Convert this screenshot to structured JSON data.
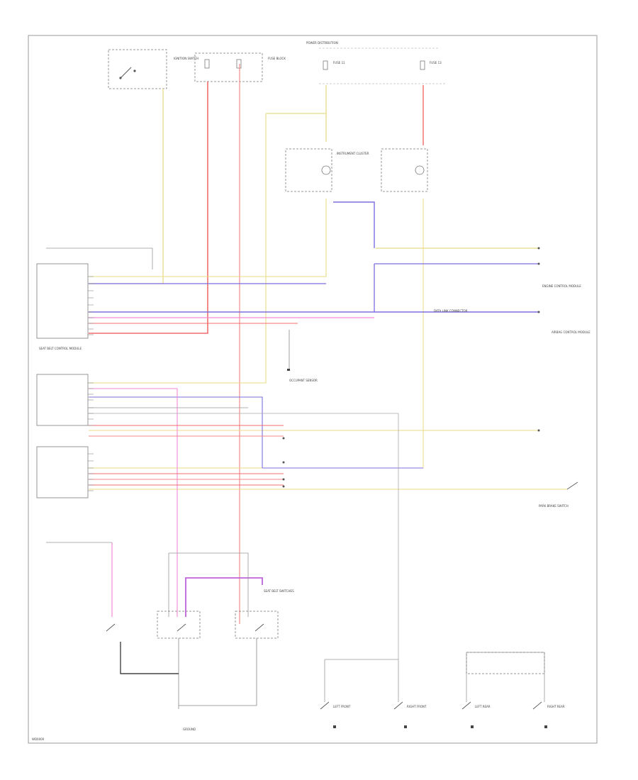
{
  "diagram": {
    "labels": {
      "seat_belt_warning_module": "SEAT BELT CONTROL MODULE",
      "ignition_switch": "IGNITION SWITCH",
      "instrument_cluster": "INSTRUMENT CLUSTER",
      "power_distribution": "POWER DISTRIBUTION",
      "fuse_block": "FUSE BLOCK",
      "fuse_11": "FUSE 11",
      "fuse_13": "FUSE 13",
      "front_seat_belt_switches": "SEAT BELT SWITCHES",
      "left_front": "LEFT FRONT",
      "right_front": "RIGHT FRONT",
      "left_rear": "LEFT REAR",
      "right_rear": "RIGHT REAR",
      "to_ground": "GROUND",
      "occupant_sensor": "OCCUPANT SENSOR",
      "airbag_module": "AIRBAG CONTROL MODULE",
      "data_link": "DATA LINK CONNECTOR",
      "park_brake": "PARK BRAKE SWITCH",
      "engine_control": "ENGINE CONTROL MODULE",
      "code": "WD0000"
    },
    "colors": {
      "red": "#f26d6d",
      "pink": "#f28ad8",
      "yellow": "#e8dc86",
      "blue": "#7b6fe0",
      "gray": "#777777",
      "black": "#222222"
    }
  }
}
